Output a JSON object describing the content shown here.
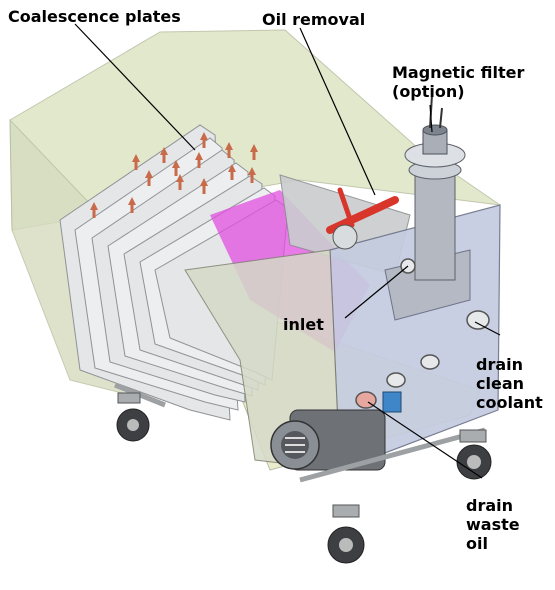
{
  "labels": {
    "coalescence": "Coalescence plates",
    "oil_removal": "Oil removal",
    "magnetic_line1": "Magnetic filter",
    "magnetic_line2": "(option)",
    "inlet": "inlet",
    "clean_line1": "drain",
    "clean_line2": "clean",
    "clean_line3": "coolant",
    "waste_line1": "drain",
    "waste_line2": "waste",
    "waste_line3": "oil"
  },
  "colors": {
    "tank_body": "#c9cfe2",
    "tank_top": "#dfe6c6",
    "plates": "#e6e8e9",
    "flow_zone": "#e24fe0",
    "arrow": "#c96b4a",
    "lever": "#d8362b",
    "frame": "#bfc3c6"
  }
}
